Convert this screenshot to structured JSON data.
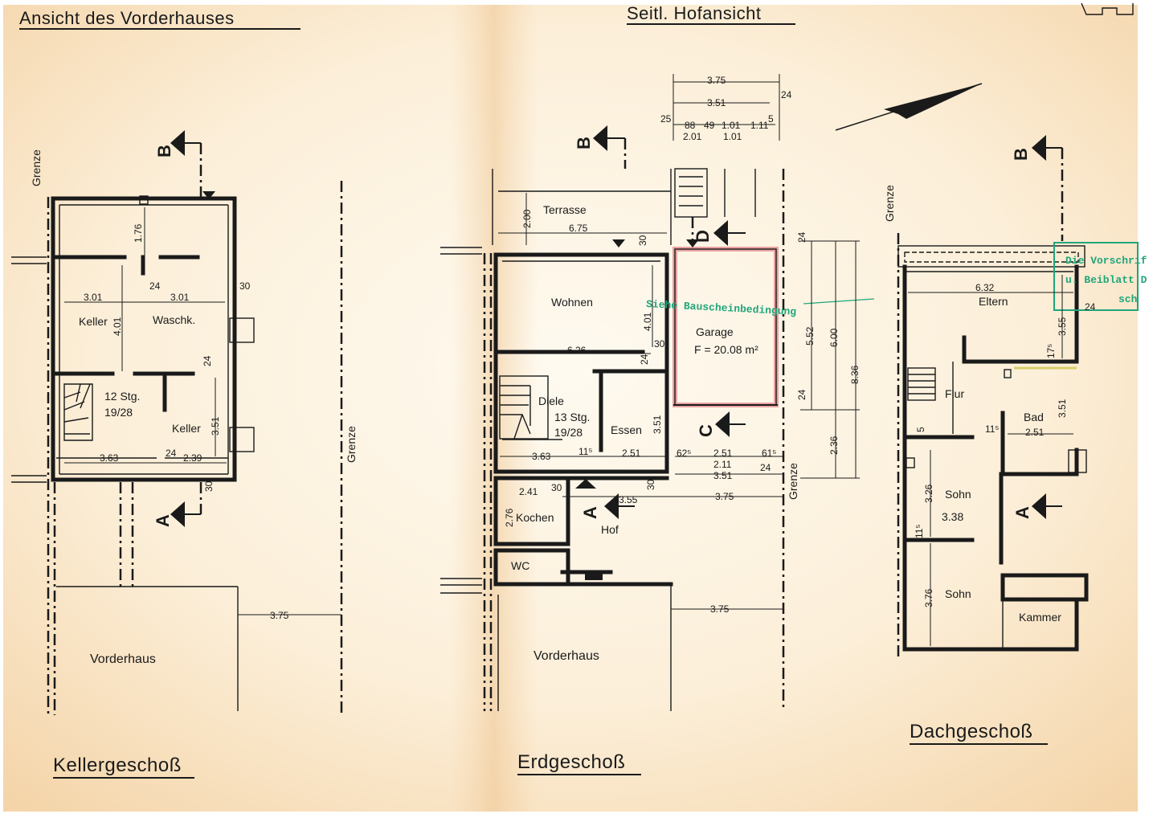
{
  "headers": {
    "front_view": "Ansicht des Vorderhauses",
    "side_view": "Seitl. Hofansicht"
  },
  "titles": {
    "basement": "Kellergeschoß",
    "ground": "Erdgeschoß",
    "attic": "Dachgeschoß"
  },
  "boundary": "Grenze",
  "section_letters": {
    "a": "A",
    "b": "B",
    "c": "C",
    "d": "D"
  },
  "keller": {
    "rooms": {
      "keller1": "Keller",
      "waschk": "Waschk.",
      "stairs": "12 Stg.",
      "stairs_ratio": "19/28",
      "keller2": "Keller",
      "vorderhaus": "Vorderhaus"
    },
    "dims": {
      "d176": "1.76",
      "d301a": "3.01",
      "d301b": "3.01",
      "d24a": "24",
      "d30a": "30",
      "d401": "4.01",
      "d24b": "24",
      "d351": "3.51",
      "d363": "3.63",
      "d24c": "24",
      "d239": "2.39",
      "d30b": "30",
      "d375": "3.75"
    }
  },
  "erd": {
    "rooms": {
      "terrasse": "Terrasse",
      "wohnen": "Wohnen",
      "garage": "Garage",
      "garage_area": "F = 20.08 m²",
      "diele": "Diele",
      "stairs": "13 Stg.",
      "stairs_ratio": "19/28",
      "essen": "Essen",
      "kochen": "Kochen",
      "hof": "Hof",
      "wc": "WC",
      "vorderhaus": "Vorderhaus"
    },
    "stamp_text": "Siehe Bauscheinbedingung",
    "dims": {
      "d200": "2.00",
      "d675": "6.75",
      "d30a": "30",
      "d401": "4.01",
      "d626": "6.26",
      "d30b": "30",
      "d24a": "24",
      "d363": "3.63",
      "d115": "11⁵",
      "d251a": "2.51",
      "d351a": "3.51",
      "d62": "62⁵",
      "d251b": "2.51",
      "d61": "61⁵",
      "d211": "2.11",
      "d351b": "3.51",
      "d24b": "24",
      "d241": "2.41",
      "d30c": "30",
      "d276": "2.76",
      "d30d": "30",
      "d355": "3.55",
      "d375a": "3.75",
      "d375b": "3.75"
    },
    "top": {
      "d375": "3.75",
      "d351": "3.51",
      "d24": "24",
      "d25": "25",
      "d88": "88",
      "d49": "49",
      "d101a": "1.01",
      "d111": "1.11",
      "d5": "5",
      "d201": "2.01",
      "d101b": "1.01"
    },
    "right": {
      "d24a": "24",
      "d552": "5.52",
      "d600": "6.00",
      "d836": "8.36",
      "d24b": "24",
      "d236": "2.36"
    }
  },
  "dach": {
    "rooms": {
      "eltern": "Eltern",
      "flur": "Flur",
      "bad": "Bad",
      "sohn1": "Sohn",
      "sohn1_area": "3.38",
      "sohn2": "Sohn",
      "kammer": "Kammer"
    },
    "dims": {
      "d632": "6.32",
      "d24": "24",
      "d355": "3.55",
      "d175": "17⁵",
      "d351": "3.51",
      "d5": "5",
      "d115a": "11⁵",
      "d251": "2.51",
      "d326": "3.26",
      "d115b": "11⁵",
      "d376": "3.76"
    },
    "stamp": {
      "l1": "Die Vorschrif",
      "l2": "u. Beiblatt D",
      "l3": "sch"
    }
  },
  "colors": {
    "paper_center": "#fdf3e0",
    "paper_edge": "#f6d9b0",
    "ink": "#1a1a1a",
    "stamp": "#1fa67a",
    "garage_wall": "#e8a2a2"
  }
}
